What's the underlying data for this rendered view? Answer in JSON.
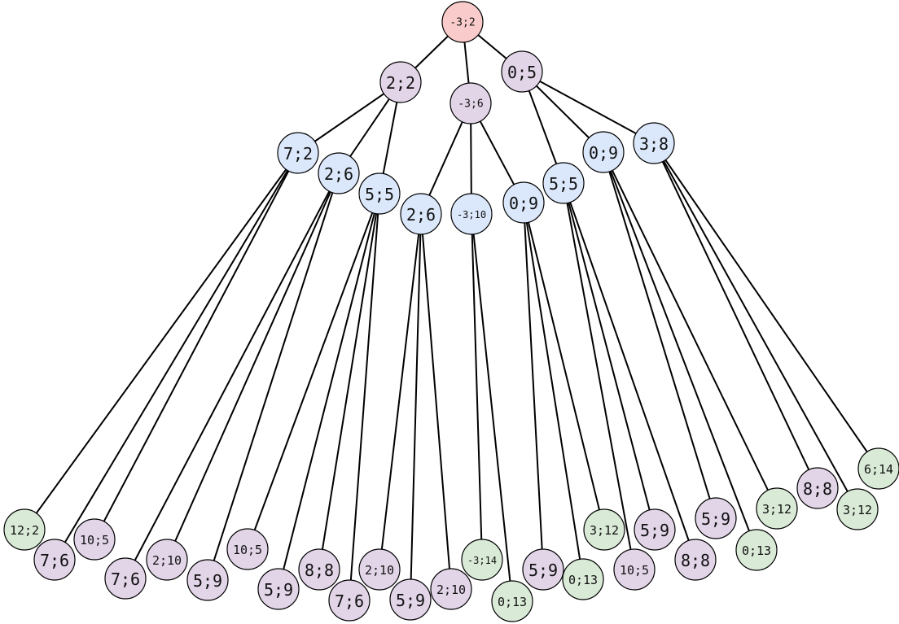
{
  "colors": {
    "root": "#f9cccb",
    "purple": "#e2d5e8",
    "blue": "#dbe8fb",
    "green": "#d9ead7"
  },
  "nodes": [
    {
      "id": "n0",
      "label": "-3;2",
      "color": "root"
    },
    {
      "id": "n1",
      "label": "2;2",
      "color": "purple"
    },
    {
      "id": "n2",
      "label": "-3;6",
      "color": "purple"
    },
    {
      "id": "n3",
      "label": "0;5",
      "color": "purple"
    },
    {
      "id": "n4",
      "label": "7;2",
      "color": "blue"
    },
    {
      "id": "n5",
      "label": "2;6",
      "color": "blue"
    },
    {
      "id": "n6",
      "label": "5;5",
      "color": "blue"
    },
    {
      "id": "n7",
      "label": "2;6",
      "color": "blue"
    },
    {
      "id": "n8",
      "label": "-3;10",
      "color": "blue"
    },
    {
      "id": "n9",
      "label": "0;9",
      "color": "blue"
    },
    {
      "id": "n10",
      "label": "5;5",
      "color": "blue"
    },
    {
      "id": "n11",
      "label": "0;9",
      "color": "blue"
    },
    {
      "id": "n12",
      "label": "3;8",
      "color": "blue"
    },
    {
      "id": "n13",
      "label": "12;2",
      "color": "green"
    },
    {
      "id": "n14",
      "label": "7;6",
      "color": "purple"
    },
    {
      "id": "n15",
      "label": "10;5",
      "color": "purple"
    },
    {
      "id": "n16",
      "label": "7;6",
      "color": "purple"
    },
    {
      "id": "n17",
      "label": "2;10",
      "color": "purple"
    },
    {
      "id": "n18",
      "label": "5;9",
      "color": "purple"
    },
    {
      "id": "n19",
      "label": "10;5",
      "color": "purple"
    },
    {
      "id": "n20",
      "label": "5;9",
      "color": "purple"
    },
    {
      "id": "n21",
      "label": "8;8",
      "color": "purple"
    },
    {
      "id": "n22",
      "label": "7;6",
      "color": "purple"
    },
    {
      "id": "n23",
      "label": "2;10",
      "color": "purple"
    },
    {
      "id": "n24",
      "label": "5;9",
      "color": "purple"
    },
    {
      "id": "n25",
      "label": "2;10",
      "color": "purple"
    },
    {
      "id": "n26",
      "label": "-3;14",
      "color": "green"
    },
    {
      "id": "n27",
      "label": "0;13",
      "color": "green"
    },
    {
      "id": "n28",
      "label": "5;9",
      "color": "purple"
    },
    {
      "id": "n29",
      "label": "0;13",
      "color": "green"
    },
    {
      "id": "n30",
      "label": "3;12",
      "color": "green"
    },
    {
      "id": "n31",
      "label": "10;5",
      "color": "purple"
    },
    {
      "id": "n32",
      "label": "5;9",
      "color": "purple"
    },
    {
      "id": "n33",
      "label": "8;8",
      "color": "purple"
    },
    {
      "id": "n34",
      "label": "5;9",
      "color": "purple"
    },
    {
      "id": "n35",
      "label": "0;13",
      "color": "green"
    },
    {
      "id": "n36",
      "label": "3;12",
      "color": "green"
    },
    {
      "id": "n37",
      "label": "8;8",
      "color": "purple"
    },
    {
      "id": "n38",
      "label": "3;12",
      "color": "green"
    },
    {
      "id": "n39",
      "label": "6;14",
      "color": "green"
    }
  ],
  "edges": [
    [
      "n0",
      "n1"
    ],
    [
      "n0",
      "n2"
    ],
    [
      "n0",
      "n3"
    ],
    [
      "n1",
      "n4"
    ],
    [
      "n1",
      "n5"
    ],
    [
      "n1",
      "n6"
    ],
    [
      "n2",
      "n7"
    ],
    [
      "n2",
      "n8"
    ],
    [
      "n2",
      "n9"
    ],
    [
      "n3",
      "n10"
    ],
    [
      "n3",
      "n11"
    ],
    [
      "n3",
      "n12"
    ],
    [
      "n4",
      "n13"
    ],
    [
      "n4",
      "n14"
    ],
    [
      "n4",
      "n15"
    ],
    [
      "n5",
      "n16"
    ],
    [
      "n5",
      "n17"
    ],
    [
      "n5",
      "n18"
    ],
    [
      "n6",
      "n19"
    ],
    [
      "n6",
      "n20"
    ],
    [
      "n6",
      "n21"
    ],
    [
      "n6",
      "n22"
    ],
    [
      "n7",
      "n23"
    ],
    [
      "n7",
      "n24"
    ],
    [
      "n7",
      "n25"
    ],
    [
      "n8",
      "n26"
    ],
    [
      "n8",
      "n27"
    ],
    [
      "n9",
      "n28"
    ],
    [
      "n9",
      "n29"
    ],
    [
      "n9",
      "n30"
    ],
    [
      "n10",
      "n31"
    ],
    [
      "n10",
      "n32"
    ],
    [
      "n10",
      "n33"
    ],
    [
      "n11",
      "n34"
    ],
    [
      "n11",
      "n35"
    ],
    [
      "n11",
      "n36"
    ],
    [
      "n12",
      "n37"
    ],
    [
      "n12",
      "n38"
    ],
    [
      "n12",
      "n39"
    ]
  ]
}
